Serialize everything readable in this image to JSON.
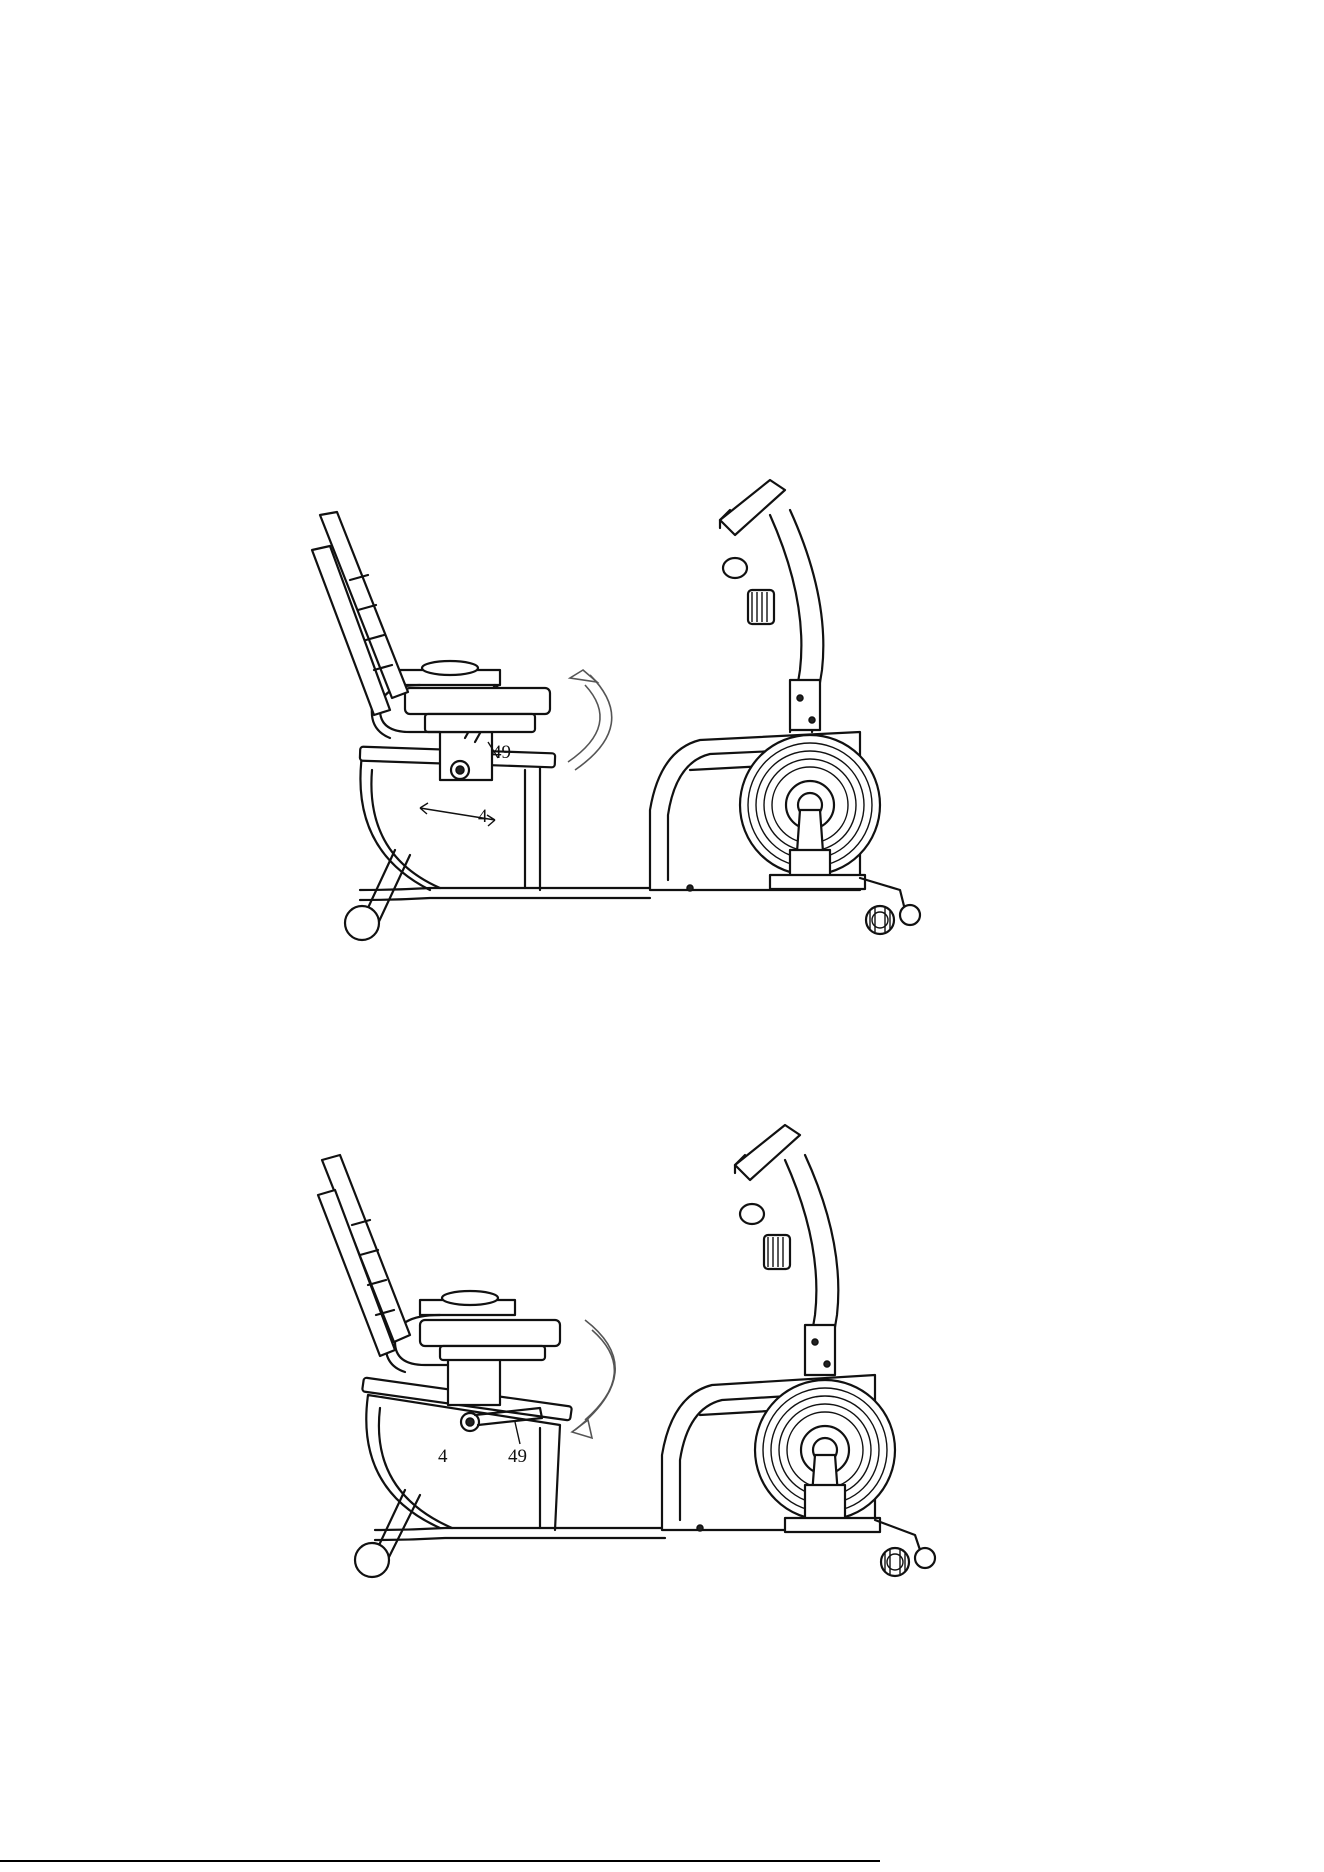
{
  "figures": [
    {
      "id": "upright-seat",
      "callouts": {
        "lever": "49",
        "knob": "4"
      },
      "rotation": "counter-clockwise"
    },
    {
      "id": "reclined-seat",
      "callouts": {
        "lever": "49",
        "knob": "4"
      },
      "rotation": "clockwise"
    }
  ],
  "colors": {
    "line": "#111111",
    "arrow": "#555555",
    "background": "#ffffff"
  }
}
